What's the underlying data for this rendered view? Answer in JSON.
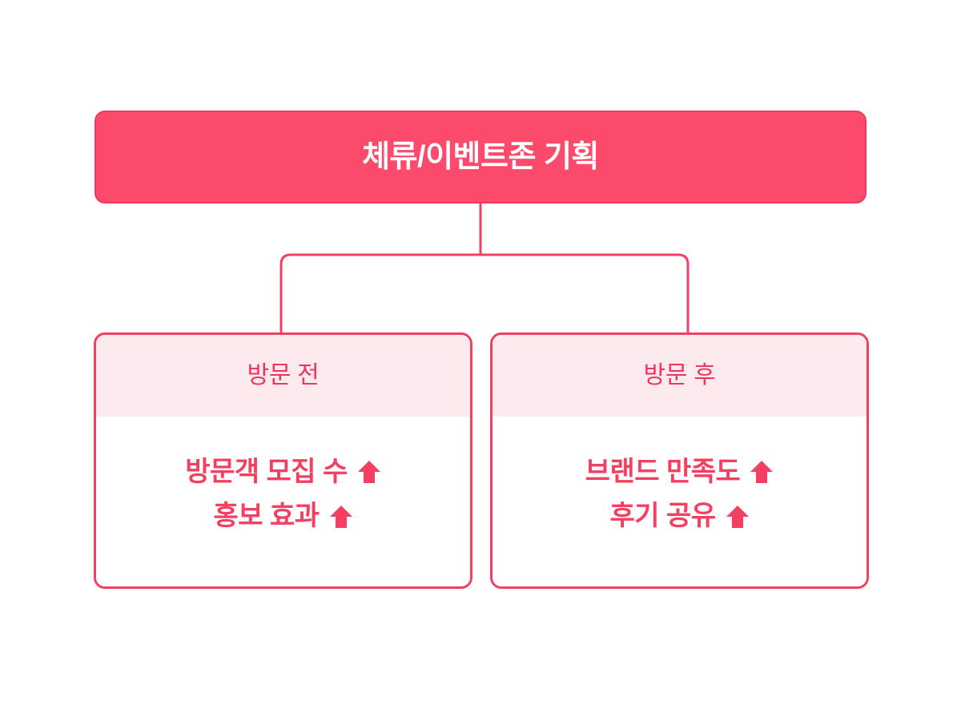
{
  "diagram": {
    "type": "tree",
    "orientation": "top-down",
    "colors": {
      "accent": "#fb4a6b",
      "accent_border": "#ef3a5d",
      "card_border": "#f33f62",
      "card_header_bg": "#fdeaef",
      "card_body_bg": "#ffffff",
      "text_on_accent": "#ffffff",
      "text_accent": "#f0365c",
      "canvas_bg": "#ffffff"
    },
    "root": {
      "label": "체류/이벤트존 기획"
    },
    "branches": [
      {
        "header": "방문 전",
        "items": [
          {
            "text": "방문객 모집 수",
            "indicator": "arrow-up-icon"
          },
          {
            "text": "홍보 효과",
            "indicator": "arrow-up-icon"
          }
        ]
      },
      {
        "header": "방문 후",
        "items": [
          {
            "text": "브랜드 만족도",
            "indicator": "arrow-up-icon"
          },
          {
            "text": "후기 공유",
            "indicator": "arrow-up-icon"
          }
        ]
      }
    ]
  }
}
